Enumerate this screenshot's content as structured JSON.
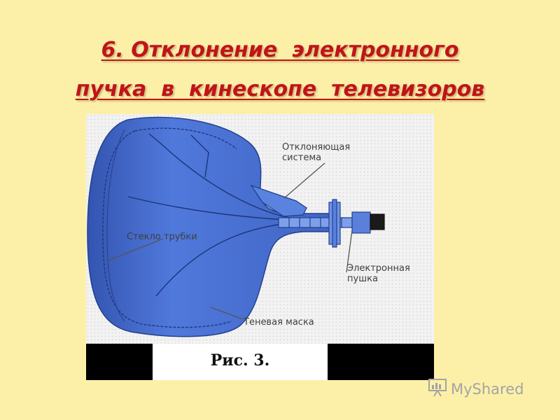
{
  "slide": {
    "title_line1": "6. Отклонение  электронного",
    "title_line2": "пучка  в  кинескопе  телевизоров"
  },
  "figure": {
    "labels": {
      "deflection_system": "Отклоняющая\nсистема",
      "tube_glass": "Стекло трубки",
      "electron_gun": "Электронная\nпушка",
      "shadow_mask": "Теневая маска"
    },
    "caption": "Рис. 3.",
    "colors": {
      "tube": "#4c72d4",
      "tube_edge": "#23408c",
      "leader": "#555555"
    }
  },
  "watermark": {
    "text": "MyShared",
    "icon": "presentation-board-icon"
  }
}
